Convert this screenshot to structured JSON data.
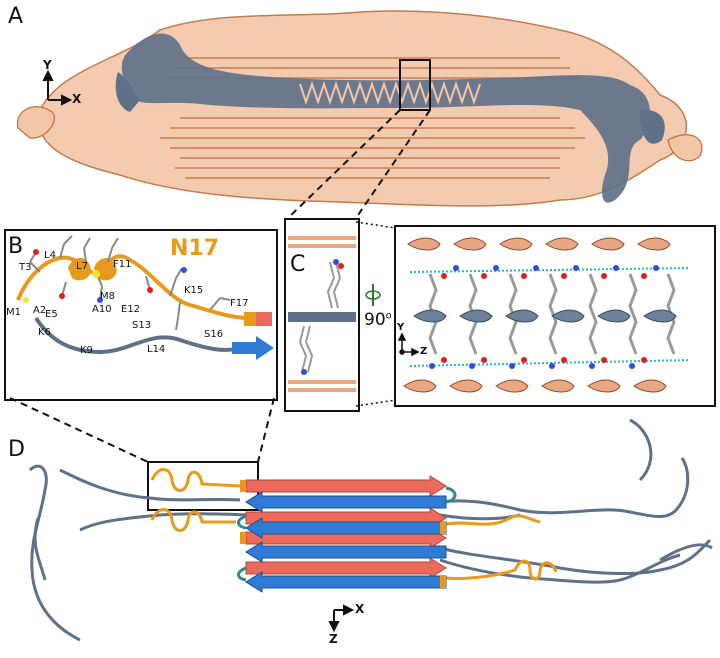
{
  "panels": {
    "a": {
      "letter": "A",
      "axis_y": "Y",
      "axis_x": "X"
    },
    "b": {
      "letter": "B",
      "title": "N17",
      "residues": [
        "M1",
        "A2",
        "T3",
        "L4",
        "E5",
        "K6",
        "L7",
        "M8",
        "K9",
        "A10",
        "F11",
        "E12",
        "S13",
        "L14",
        "K15",
        "S16",
        "F17"
      ]
    },
    "c": {
      "letter": "C",
      "rotation": "90",
      "rotation_unit": "o",
      "axis_y": "Y",
      "axis_z": "Z"
    },
    "d": {
      "letter": "D",
      "axis_x": "X",
      "axis_z": "Z"
    }
  },
  "colors": {
    "peach": "#f4c6a8",
    "peach_dark": "#b8703e",
    "slate": "#5f7188",
    "orange": "#e89a1c",
    "red_strand": "#ec6a5c",
    "blue_strand": "#2f7bd6",
    "teal_loop": "#2a8a8e"
  }
}
